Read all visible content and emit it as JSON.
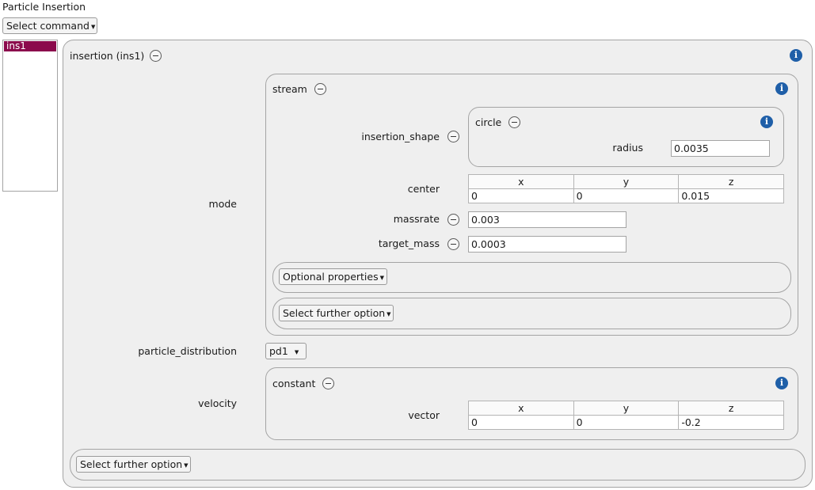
{
  "app": {
    "title": "Particle Insertion",
    "select_command_label": "Select command"
  },
  "sidebar": {
    "items": [
      {
        "label": "ins1",
        "selected": true
      }
    ]
  },
  "insertion": {
    "title": "insertion (ins1)",
    "mode_label": "mode",
    "stream": {
      "title": "stream",
      "insertion_shape_label": "insertion_shape",
      "circle": {
        "title": "circle",
        "radius_label": "radius",
        "radius_value": "0.0035"
      },
      "center": {
        "label": "center",
        "headers": [
          "x",
          "y",
          "z"
        ],
        "values": [
          "0",
          "0",
          "0.015"
        ]
      },
      "massrate_label": "massrate",
      "massrate_value": "0.003",
      "target_mass_label": "target_mass",
      "target_mass_value": "0.0003",
      "optional_properties_label": "Optional properties",
      "select_further_option_label": "Select further option"
    },
    "particle_distribution_label": "particle_distribution",
    "particle_distribution_value": "pd1",
    "velocity_label": "velocity",
    "constant": {
      "title": "constant",
      "vector": {
        "label": "vector",
        "headers": [
          "x",
          "y",
          "z"
        ],
        "values": [
          "0",
          "0",
          "-0.2"
        ]
      }
    },
    "select_further_option_label": "Select further option"
  },
  "icons": {
    "info": "info-icon",
    "collapse": "minus-circle-icon",
    "dropdown": "caret-down-icon"
  },
  "colors": {
    "selection": "#8b0a4c",
    "info": "#1f5fa8",
    "panel": "#efefef"
  }
}
